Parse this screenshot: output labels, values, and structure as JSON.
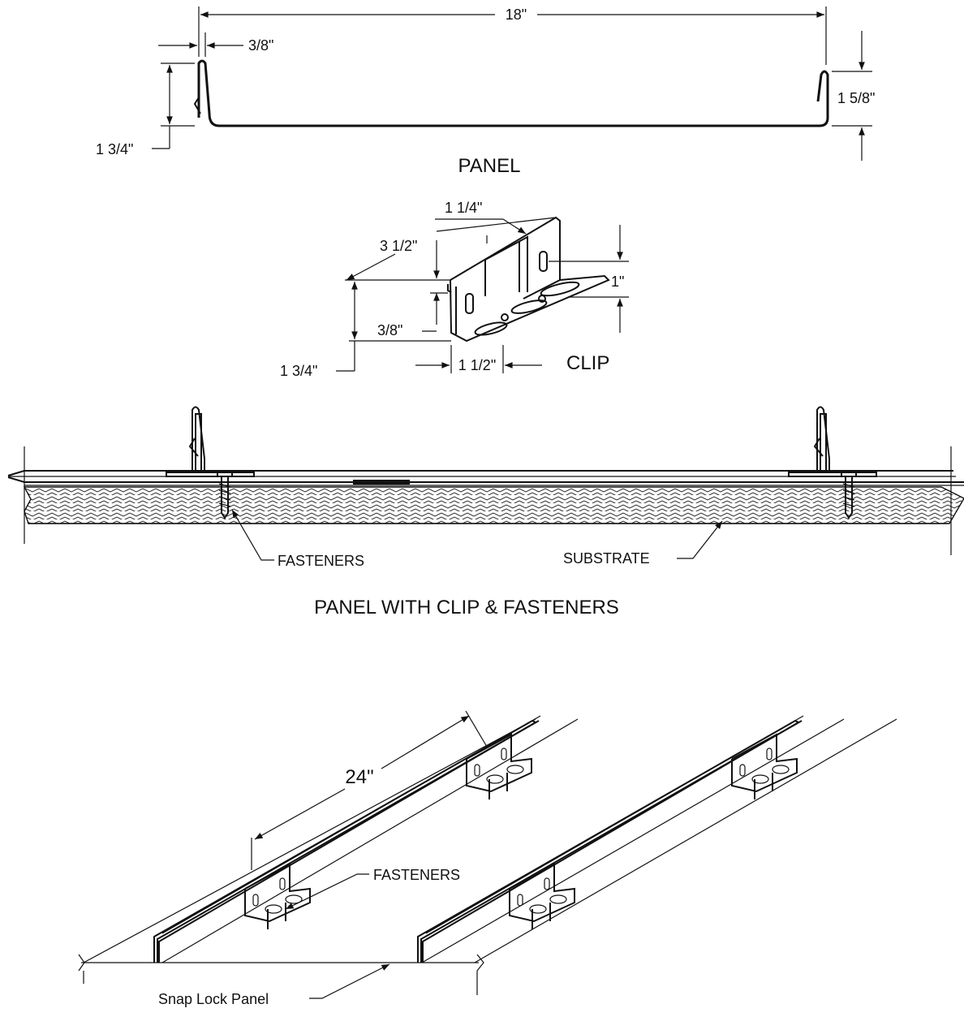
{
  "panel": {
    "title": "PANEL",
    "width_dim": "18\"",
    "lip_dim": "3/8\"",
    "left_height_dim": "1 3/4\"",
    "right_height_dim": "1 5/8\""
  },
  "clip": {
    "title": "CLIP",
    "length_dim": "3 1/2\"",
    "top_dim": "1 1/4\"",
    "height_dim": "1 3/4\"",
    "hook_dim": "3/8\"",
    "base_dim": "1 1/2\"",
    "slot_dim": "1\""
  },
  "section": {
    "title": "PANEL WITH CLIP & FASTENERS",
    "fasteners_label": "FASTENERS",
    "substrate_label": "SUBSTRATE"
  },
  "iso": {
    "spacing_dim": "24\"",
    "fasteners_label": "FASTENERS",
    "panel_label": "Snap Lock Panel"
  }
}
